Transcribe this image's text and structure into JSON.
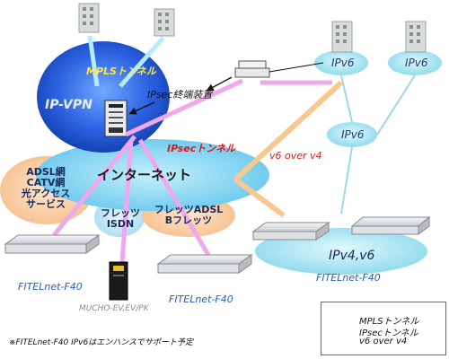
{
  "vpn": {
    "label": "IP-VPN",
    "mpls_label": "MPLSトンネル",
    "ipsec_device": "IPsec終端装置"
  },
  "internet": {
    "label": "インターネット",
    "ipsec_tunnel": "IPsecトンネル",
    "v6_over_v4": "v6 over v4"
  },
  "access": {
    "adsl": [
      "ADSL網",
      "CATV網",
      "光アクセス",
      "サービス"
    ],
    "flets_isdn": [
      "フレッツ",
      "ISDN"
    ],
    "flets_adsl": [
      "フレッツADSL",
      "Bフレッツ"
    ]
  },
  "ipv6_nodes": [
    "IPv6",
    "IPv6",
    "IPv6"
  ],
  "ipv4v6": "IPv4,v6",
  "routers": {
    "left": "FITELnet-F40",
    "middle": "FITELnet-F40",
    "right": "FITELnet-F40",
    "mucho": "MUCHO-EV,EV/PK"
  },
  "footnote": "※FITELnet-F40 IPv6はエンハンスでサポート予定",
  "legend": {
    "items": [
      {
        "label": "MPLSトンネル",
        "color": "#a8e8f4"
      },
      {
        "label": "IPsecトンネル",
        "color": "#f0a8ec"
      },
      {
        "label": "v6 over v4",
        "color": "#f8c890"
      }
    ]
  },
  "colors": {
    "vpn": "#1c4fcf",
    "internet": "#7fd0f0",
    "ipv6_cloud": "#a0e4f0",
    "router_label": "#2a5fb0",
    "ipsec_text": "#d81b1b"
  }
}
